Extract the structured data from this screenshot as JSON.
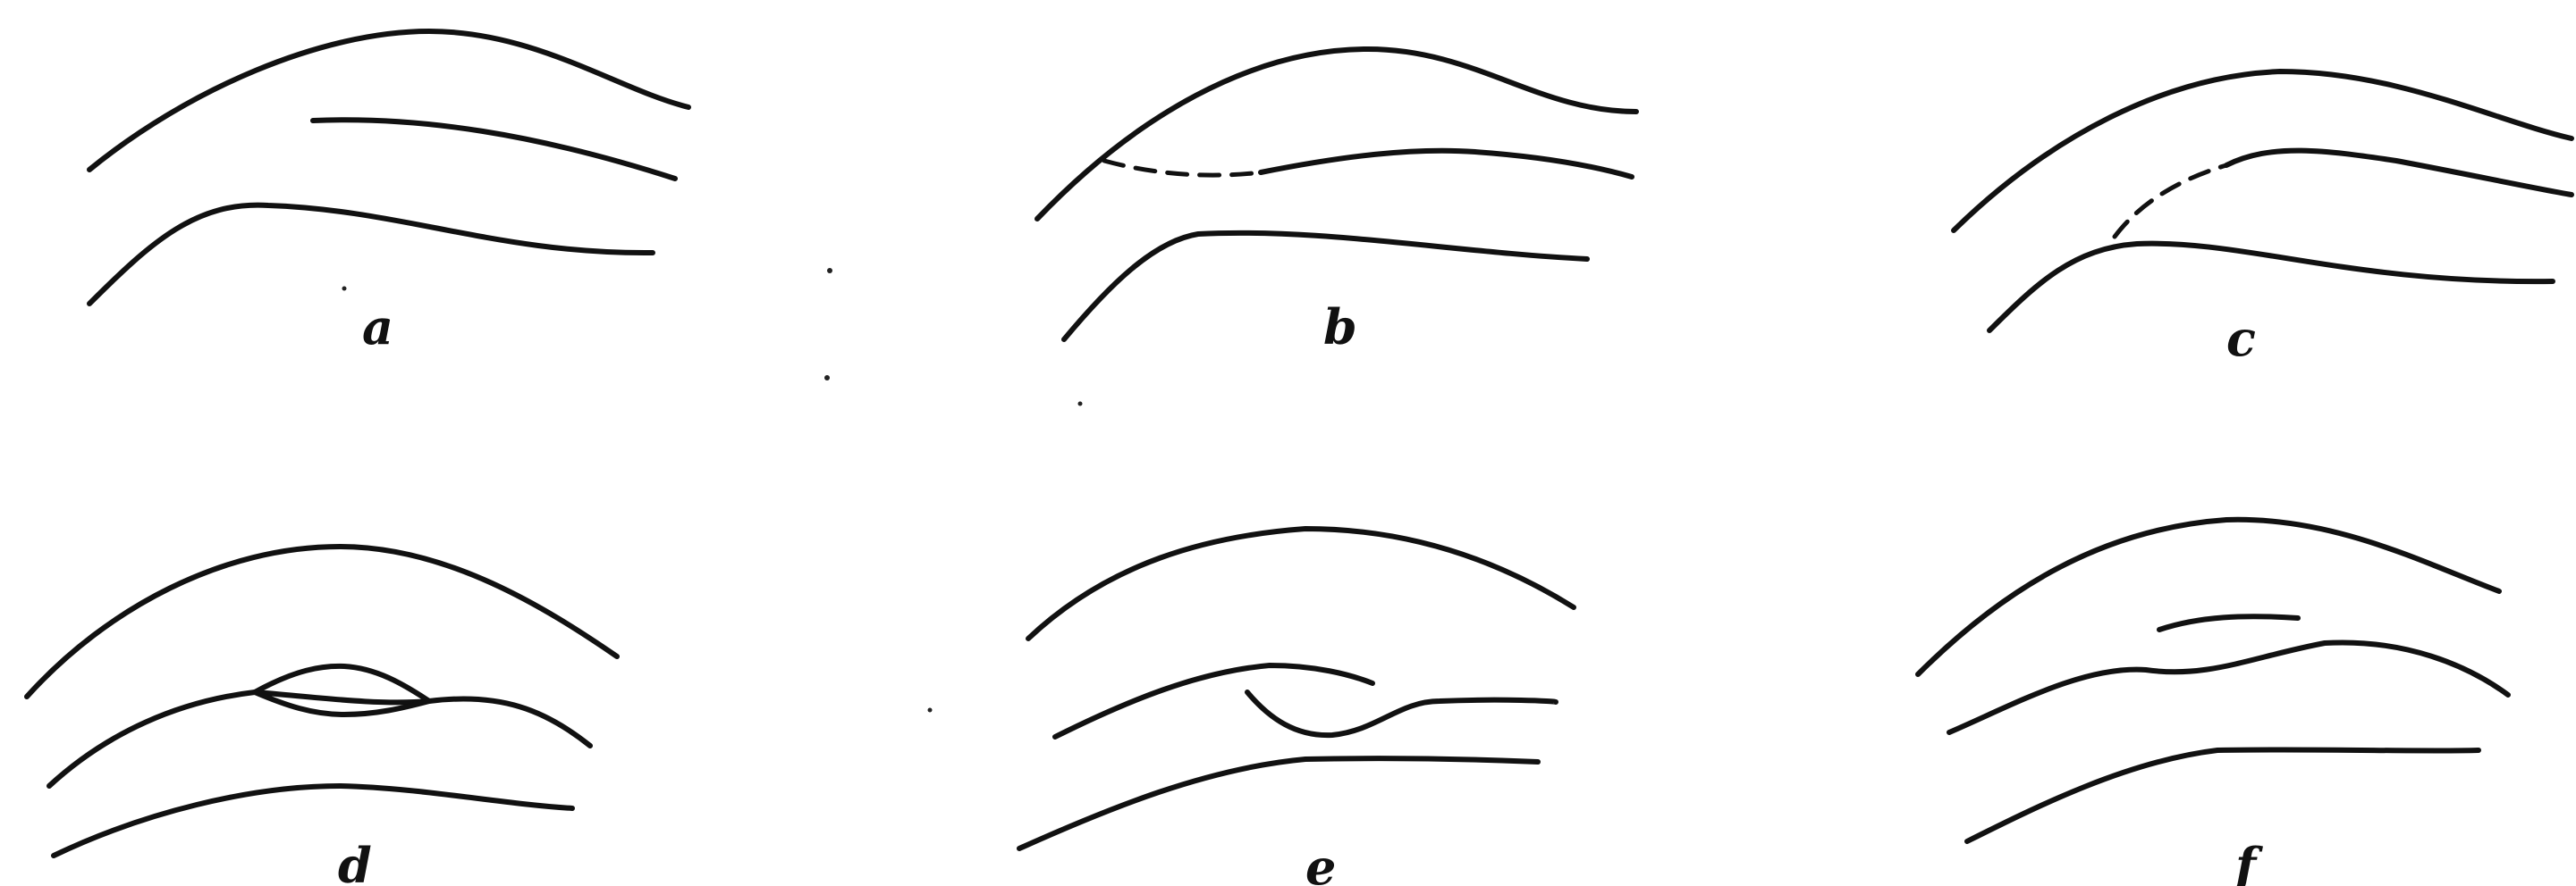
{
  "panels": [
    {
      "id": "a",
      "label": "a"
    },
    {
      "id": "b",
      "label": "b"
    },
    {
      "id": "c",
      "label": "c"
    },
    {
      "id": "d",
      "label": "d"
    },
    {
      "id": "e",
      "label": "e"
    },
    {
      "id": "f",
      "label": "f"
    }
  ],
  "style": {
    "line_color": "#111111",
    "background": "#ffffff"
  }
}
